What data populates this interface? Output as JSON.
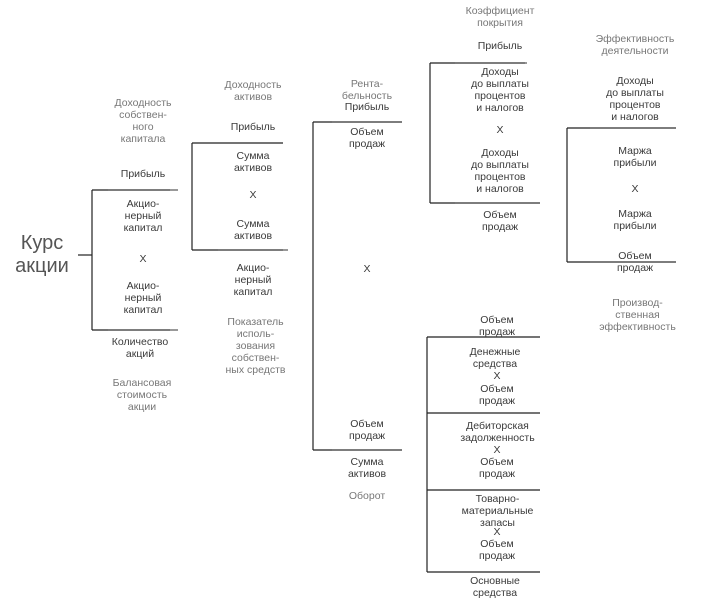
{
  "main": {
    "label": "Курс\nакции"
  },
  "col1": {
    "caption_top": "Доходность\nсобствен-\nного\nкапитала",
    "profit": "Прибыль",
    "equity_a": "Акцио-\nнерный\nкапитал",
    "times": "X",
    "equity_b": "Акцио-\nнерный\nкапитал",
    "shares": "Количество\nакций",
    "caption_bottom": "Балансовая\nстоимость\nакции"
  },
  "col2": {
    "caption_top": "Доходность\nактивов",
    "profit": "Прибыль",
    "assets_a": "Сумма\nактивов",
    "times": "X",
    "assets_b": "Сумма\nактивов",
    "equity": "Акцио-\nнерный\nкапитал",
    "caption_bottom": "Показатель\nисполь-\nзования\nсобствен-\nных средств"
  },
  "col3": {
    "caption_top": "Рента-\nбельность",
    "profit": "Прибыль",
    "sales_a": "Объем\nпродаж",
    "times": "X",
    "sales_b": "Объем\nпродаж",
    "assets": "Сумма\nактивов",
    "caption_bottom": "Оборот"
  },
  "col4": {
    "caption_top": "Коэффициент\nпокрытия",
    "profit": "Прибыль",
    "ebit_a": "Доходы\nдо выплаты\nпроцентов\nи налогов",
    "times": "X",
    "ebit_b": "Доходы\nдо выплаты\nпроцентов\nи налогов",
    "sales": "Объем\nпродаж",
    "sales_c": "Объем\nпродаж",
    "cash": "Денежные\nсредства",
    "x1": "X",
    "sales_d": "Объем\nпродаж",
    "receivables": "Дебиторская\nзадолженность",
    "x2": "X",
    "sales_e": "Объем\nпродаж",
    "inventory": "Товарно-\nматериальные\nзапасы",
    "x3": "X",
    "sales_f": "Объем\nпродаж",
    "fixed_assets": "Основные\nсредства"
  },
  "col5": {
    "caption_top": "Эффективность\nдеятельности",
    "ebit": "Доходы\nдо выплаты\nпроцентов\nи налогов",
    "margin_a": "Маржа\nприбыли",
    "times": "X",
    "margin_b": "Маржа\nприбыли",
    "sales": "Объем\nпродаж",
    "caption_bottom": "Производ-\nственная\nэффективность"
  }
}
